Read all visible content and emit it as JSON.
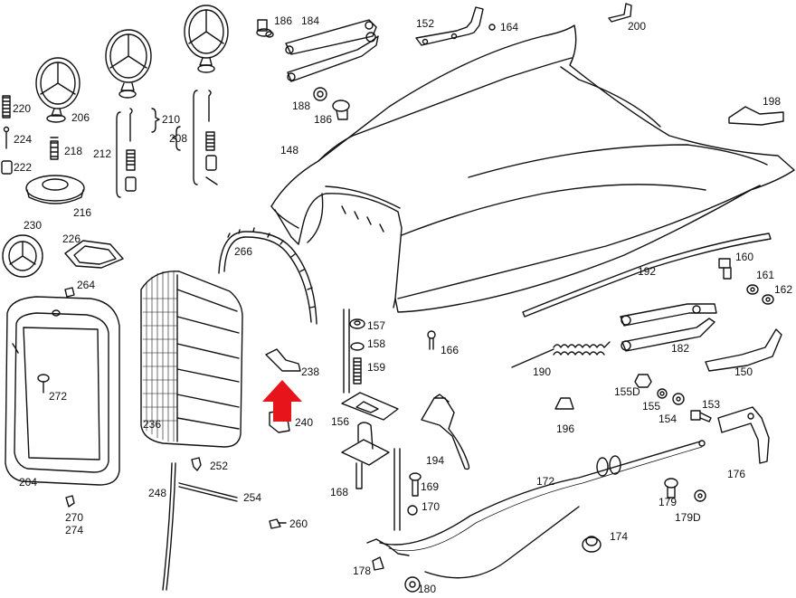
{
  "diagram": {
    "part_numbers": [
      "186",
      "184",
      "152",
      "164",
      "200",
      "220",
      "206",
      "224",
      "218",
      "222",
      "210",
      "208",
      "212",
      "216",
      "188",
      "186",
      "198",
      "148",
      "230",
      "226",
      "266",
      "264",
      "192",
      "160",
      "161",
      "162",
      "157",
      "158",
      "166",
      "182",
      "190",
      "150",
      "159",
      "272",
      "236",
      "238",
      "240",
      "156",
      "196",
      "155D",
      "155",
      "154",
      "153",
      "194",
      "204",
      "252",
      "176",
      "169",
      "170",
      "172",
      "168",
      "248",
      "254",
      "179",
      "179D",
      "270",
      "274",
      "260",
      "174",
      "178",
      "180"
    ],
    "highlight": {
      "type": "arrow",
      "direction": "up",
      "color": "#e8141b"
    }
  }
}
